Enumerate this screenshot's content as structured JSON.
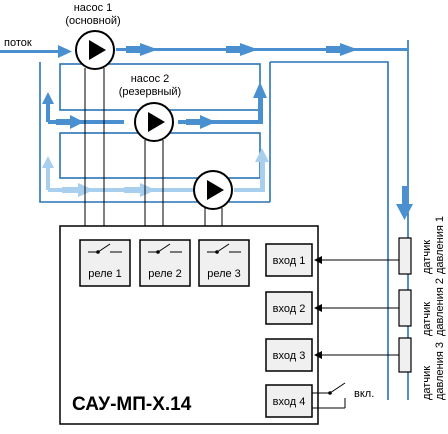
{
  "pump1": {
    "line1": "насос 1",
    "line2": "(основной)"
  },
  "pump2": {
    "line1": "насос 2",
    "line2": "(резервный)"
  },
  "flow_label": "поток",
  "controller": {
    "title": "САУ-МП-Х.14",
    "relays": [
      "реле 1",
      "реле 2",
      "реле 3"
    ],
    "inputs": [
      "вход 1",
      "вход 2",
      "вход 3",
      "вход 4"
    ]
  },
  "switch_label": "вкл.",
  "sensors": [
    {
      "line1": "датчик",
      "line2": "давления 1"
    },
    {
      "line1": "датчик",
      "line2": "давления 2"
    },
    {
      "line1": "датчик",
      "line2": "давления 3"
    }
  ],
  "colors": {
    "flow": "#4a90d0",
    "flow_light": "#a9cfee",
    "box_fill": "#f0f0f0"
  }
}
